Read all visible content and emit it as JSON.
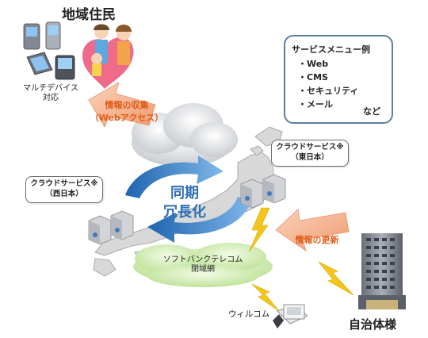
{
  "residents": {
    "title": "地域住民",
    "device_caption_line1": "マルチデバイス",
    "device_caption_line2": "対応"
  },
  "info_collection": {
    "line1": "情報の収集",
    "line2": "（Webアクセス）"
  },
  "service_menu": {
    "title": "サービスメニュー例",
    "items": [
      "・Web",
      "・CMS",
      "・セキュリティ",
      "・メール"
    ],
    "etc": "など"
  },
  "cloud_east": {
    "line1": "クラウドサービス※",
    "line2": "（東日本）"
  },
  "cloud_west": {
    "line1": "クラウドサービス※",
    "line2": "（西日本）"
  },
  "sync": {
    "line1": "同期",
    "line2": "冗長化"
  },
  "closed_network": {
    "line1": "ソフトバンクテレコム",
    "line2": "閉域網"
  },
  "info_update": "情報の更新",
  "willcom": "ウィルコム",
  "municipality": "自治体様",
  "colors": {
    "sync_blue": "#2f6fb4",
    "arrow_orange": "#f2a880",
    "label_orange": "#e05a16",
    "lightning": "#f4c51a",
    "network_green": "#c9e7a5"
  }
}
